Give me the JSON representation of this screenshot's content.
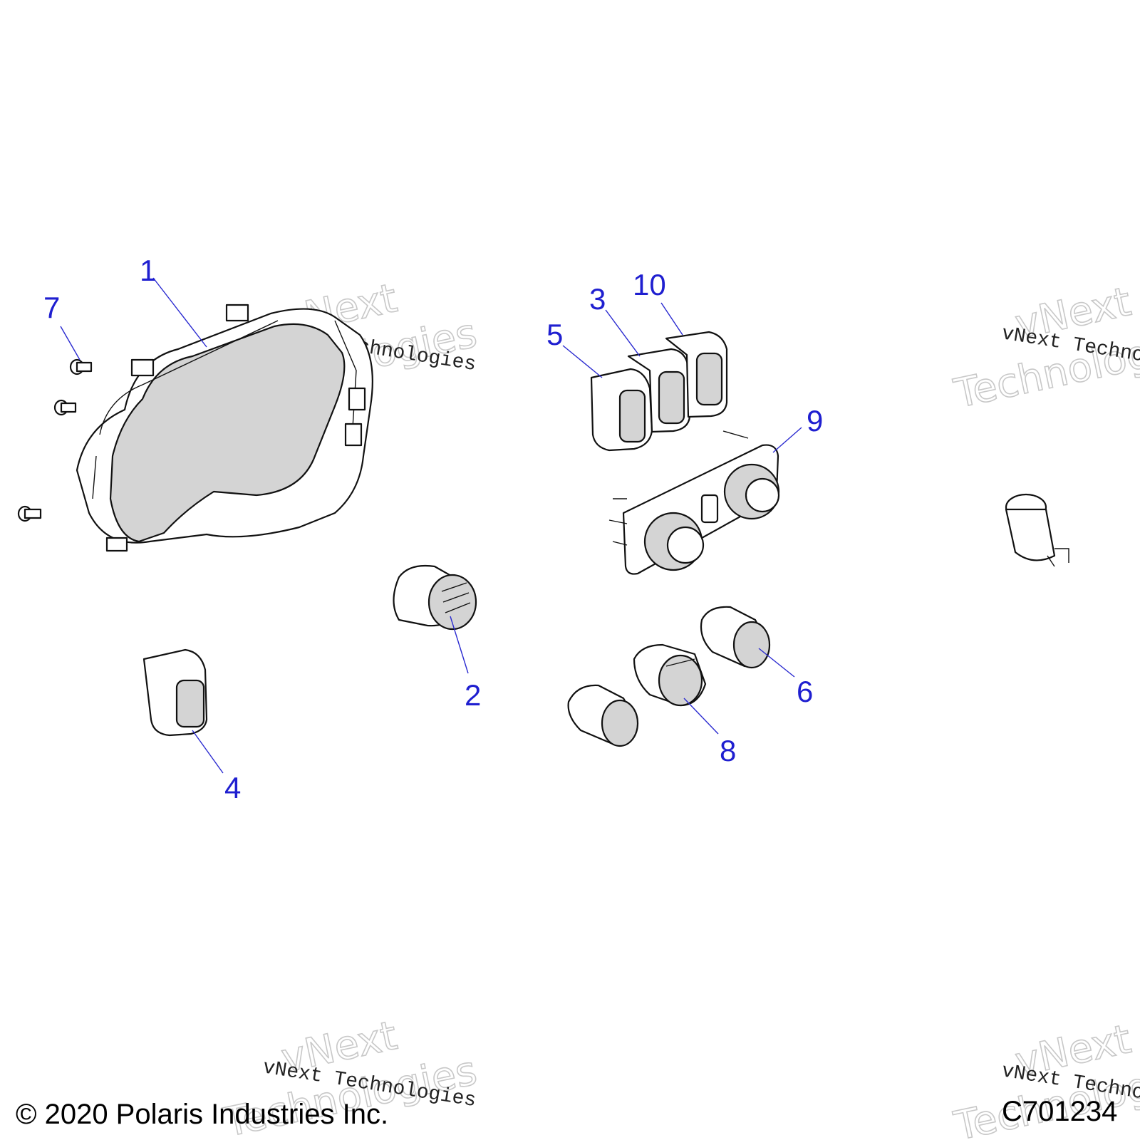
{
  "callouts": [
    {
      "id": "1",
      "label": "1"
    },
    {
      "id": "2",
      "label": "2"
    },
    {
      "id": "3",
      "label": "3"
    },
    {
      "id": "4",
      "label": "4"
    },
    {
      "id": "5",
      "label": "5"
    },
    {
      "id": "6",
      "label": "6"
    },
    {
      "id": "7",
      "label": "7"
    },
    {
      "id": "8",
      "label": "8"
    },
    {
      "id": "9",
      "label": "9"
    },
    {
      "id": "10",
      "label": "10"
    }
  ],
  "watermark": {
    "big_line1": "vNext",
    "big_line2": "Technologies",
    "small": "vNext Technologies"
  },
  "footer": {
    "copyright": "© 2020 Polaris Industries Inc.",
    "figure_id": "C701234"
  },
  "colors": {
    "callout": "#1f1fd0",
    "line_art": "#111111",
    "watermark": "#c8c8c8"
  }
}
